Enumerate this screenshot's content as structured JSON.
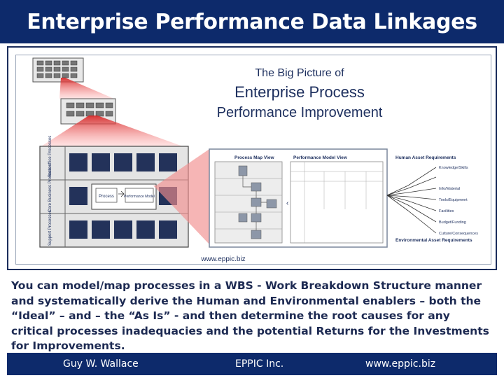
{
  "slide": {
    "title": "Enterprise Performance Data Linkages",
    "caption": "You can model/map processes in a WBS - Work Breakdown Structure manner and systematically derive the Human and Environmental enablers – both the “Ideal” – and – the “As Is” - and then determine the root causes for any critical processes inadequacies and the potential Returns for the Investments for Improvements."
  },
  "diagram": {
    "heading_line1": "The Big Picture of",
    "heading_line2": "Enterprise Process",
    "heading_line3": "Performance Improvement",
    "url": "www.eppic.biz",
    "row_labels": [
      "Back-office Processes",
      "Core Business Processes",
      "Support Processes"
    ],
    "process_map_view": "Process Map View",
    "performance_model_view": "Performance Model View",
    "human_asset_requirements": "Human Asset Requirements",
    "environmental_asset_requirements": "Environmental Asset Requirements",
    "requirement_items": [
      "Knowledge/Skills",
      "Info/Material",
      "Tools/Equipment",
      "Facilities",
      "Budget/Funding",
      "Culture/Consequences"
    ],
    "process_box": "Process",
    "performance_box": "Performance Model"
  },
  "footer": {
    "author": "Guy W. Wallace",
    "company": "EPPIC Inc.",
    "website": "www.eppic.biz"
  },
  "colors": {
    "title_bar": "#0d2a6b",
    "footer_bar": "#0d2a6b",
    "diagram_text": "#1d2f5e",
    "highlight_red": "#d62020"
  }
}
